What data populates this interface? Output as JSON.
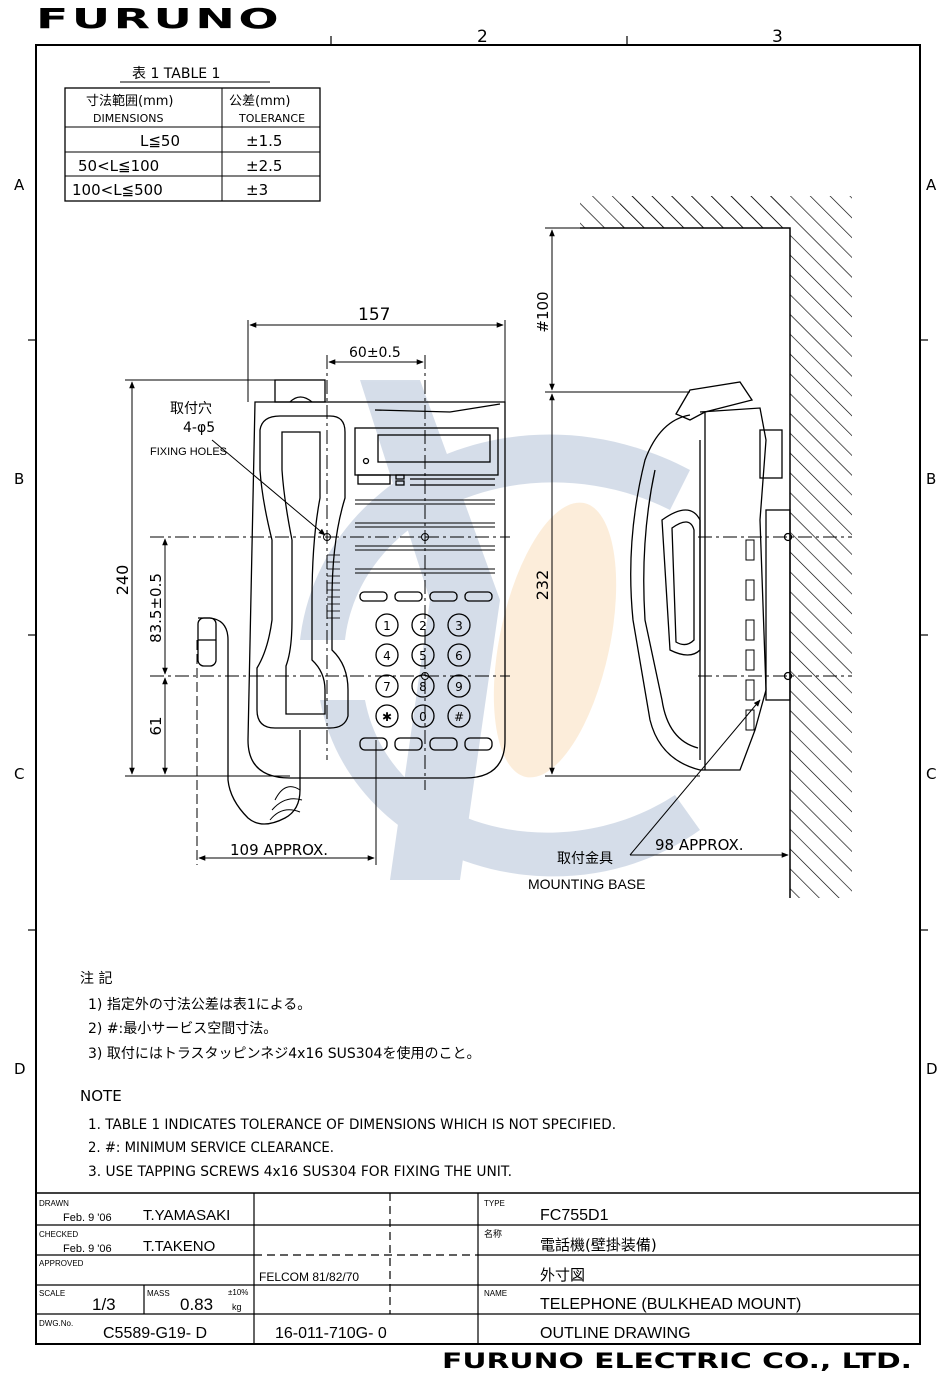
{
  "header": {
    "logo": "FURUNO",
    "column_markers": [
      "2",
      "3"
    ],
    "row_markers": [
      "A",
      "B",
      "C",
      "D"
    ]
  },
  "table1": {
    "title": "表 1   TABLE 1",
    "col1_header_jp": "寸法範囲(mm)",
    "col1_header_en": "DIMENSIONS",
    "col2_header_jp": "公差(mm)",
    "col2_header_en": "TOLERANCE",
    "rows": [
      {
        "range": "L≦50",
        "tolerance": "±1.5"
      },
      {
        "range": "50<L≦100",
        "tolerance": "±2.5"
      },
      {
        "range": "100<L≦500",
        "tolerance": "±3"
      }
    ]
  },
  "front_view": {
    "width_label": "157",
    "hole_spacing_label": "60±0.5",
    "height_label": "240",
    "hole_height_label": "83.5±0.5",
    "lower_label": "61",
    "cord_label": "109 APPROX.",
    "fixing_holes_jp": "取付穴",
    "fixing_holes_count": "4-φ5",
    "fixing_holes_en": "FIXING HOLES",
    "keypad": [
      "1",
      "2",
      "3",
      "4",
      "5",
      "6",
      "7",
      "8",
      "9",
      "✱",
      "0",
      "#"
    ]
  },
  "side_view": {
    "clearance_label": "#100",
    "height_label": "232",
    "depth_label": "98 APPROX.",
    "mounting_base_jp": "取付金具",
    "mounting_base_en": "MOUNTING BASE"
  },
  "notes_jp": {
    "title": "注 記",
    "items": [
      "1) 指定外の寸法公差は表1による。",
      "2) #:最小サービス空間寸法。",
      "3) 取付にはトラスタッピンネジ4x16 SUS304を使用のこと。"
    ]
  },
  "notes_en": {
    "title": "NOTE",
    "items": [
      "1. TABLE 1 INDICATES TOLERANCE OF DIMENSIONS WHICH IS NOT SPECIFIED.",
      "2. #: MINIMUM SERVICE CLEARANCE.",
      "3. USE TAPPING SCREWS 4x16 SUS304 FOR FIXING THE UNIT."
    ]
  },
  "title_block": {
    "drawn_label": "DRAWN",
    "drawn_date": "Feb. 9 '06",
    "drawn_by": "T.YAMASAKI",
    "checked_label": "CHECKED",
    "checked_date": "Feb. 9 '06",
    "checked_by": "T.TAKENO",
    "approved_label": "APPROVED",
    "scale_label": "SCALE",
    "scale": "1/3",
    "mass_label": "MASS",
    "mass": "0.83",
    "mass_tol": "±10%",
    "mass_unit": "kg",
    "dwg_label": "DWG.No.",
    "dwg_no": "C5589-G19- D",
    "ref_no": "16-011-710G- 0",
    "project": "FELCOM 81/82/70",
    "type_label": "TYPE",
    "type": "FC755D1",
    "name_jp_label": "名称",
    "name_jp": "電話機(壁掛装備)",
    "name_jp2": "外寸図",
    "name_label": "NAME",
    "name_en": "TELEPHONE (BULKHEAD MOUNT)",
    "name_en2": "OUTLINE DRAWING"
  },
  "footer": {
    "company": "FURUNO ELECTRIC CO., LTD."
  }
}
